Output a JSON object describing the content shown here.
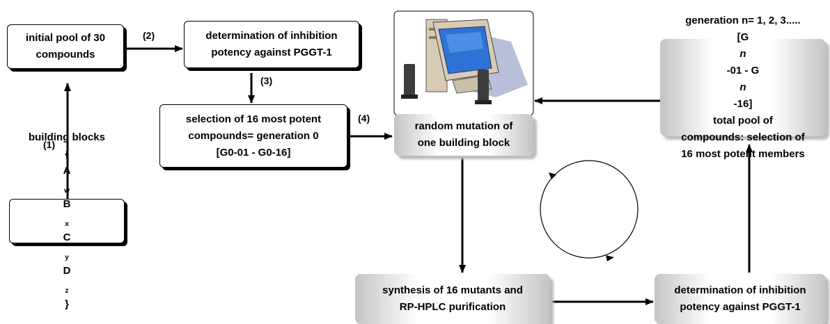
{
  "boxes": {
    "initial_pool": [
      "initial pool of 30",
      "compounds"
    ],
    "determination_top": [
      "determination of inhibition",
      "potency against PGGT-1"
    ],
    "selection_16": [
      "selection of 16 most potent",
      "compounds=  generation 0",
      "[G0-01 - G0-16]"
    ],
    "building_blocks": {
      "line1": "building blocks",
      "formula": {
        "open": "{",
        "A": "A",
        "w": "w",
        "B": "B",
        "x": "x",
        "C": "C",
        "y": "y",
        "D": "D",
        "z": "z",
        "close": "}"
      }
    },
    "random_mutation": [
      "random mutation of",
      "one building block"
    ],
    "generation_n": {
      "line1": "generation n= 1, 2, 3.....",
      "line2": {
        "a": "[G",
        "n1": "n",
        "b": "-01 - G",
        "n2": "n",
        "c": "-16]"
      },
      "line3": "total pool of",
      "line4": "compounds: selection of",
      "line5": "16 most potent members"
    },
    "synthesis": [
      "synthesis of 16 mutants and",
      "RP-HPLC purification"
    ],
    "determination_bottom": [
      "determination of inhibition",
      "potency against PGGT-1"
    ]
  },
  "steps": {
    "s1": "(1)",
    "s2": "(2)",
    "s3": "(3)",
    "s4": "(4)"
  },
  "icons": {
    "computer": "desktop-computer-icon",
    "cycle": "cycle-arrows-icon"
  },
  "colors": {
    "monitor_screen": "#2f72d6",
    "monitor_body": "#d8cbb5",
    "shadow": "#b8bfd8"
  }
}
